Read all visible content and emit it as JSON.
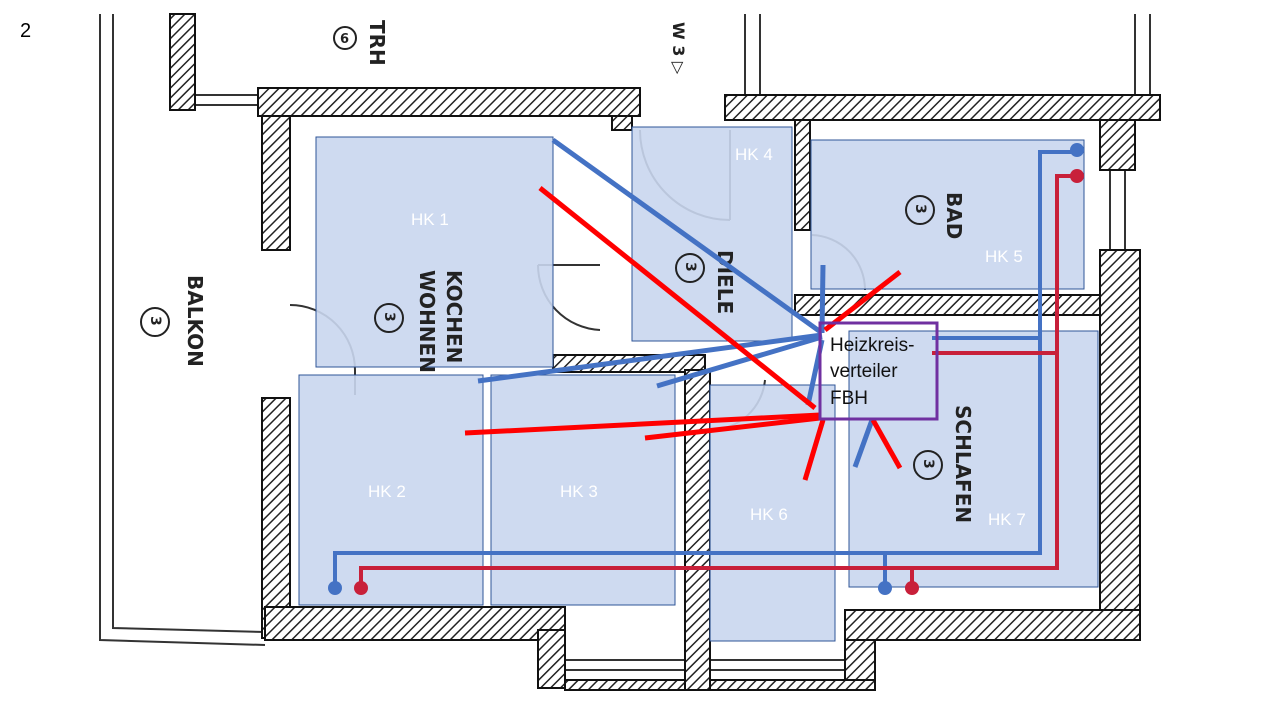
{
  "page_number": "2",
  "plan_labels": {
    "kochen": "KOCHEN",
    "wohnen": "WOHNEN",
    "balkon": "BALKON",
    "diele": "DIELE",
    "bad": "BAD",
    "schlafen": "SCHLAFEN",
    "trh": "TRH",
    "w3": "W 3 ▷",
    "circle_3": "3",
    "circle_6": "6"
  },
  "heating_circuits": [
    {
      "label": "HK 1"
    },
    {
      "label": "HK 2"
    },
    {
      "label": "HK 3"
    },
    {
      "label": "HK 4"
    },
    {
      "label": "HK 5"
    },
    {
      "label": "HK 6"
    },
    {
      "label": "HK 7"
    }
  ],
  "manifold": {
    "line1": "Heizkreis-",
    "line2": "verteiler",
    "line3": "FBH"
  },
  "colors": {
    "supply": "#ff0000",
    "return": "#4472c4",
    "manifold_border": "#7030a0",
    "room_fill": "#c9d6ee"
  }
}
